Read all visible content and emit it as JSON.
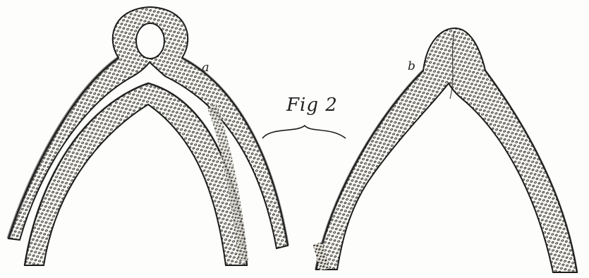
{
  "figure": {
    "caption": "Fig 2",
    "specimen_a_label": "a",
    "specimen_b_label": "b"
  },
  "colors": {
    "ink": "#1c1c1c",
    "stipple_fill": "#f7f6f1",
    "background": "#fdfdfb"
  }
}
